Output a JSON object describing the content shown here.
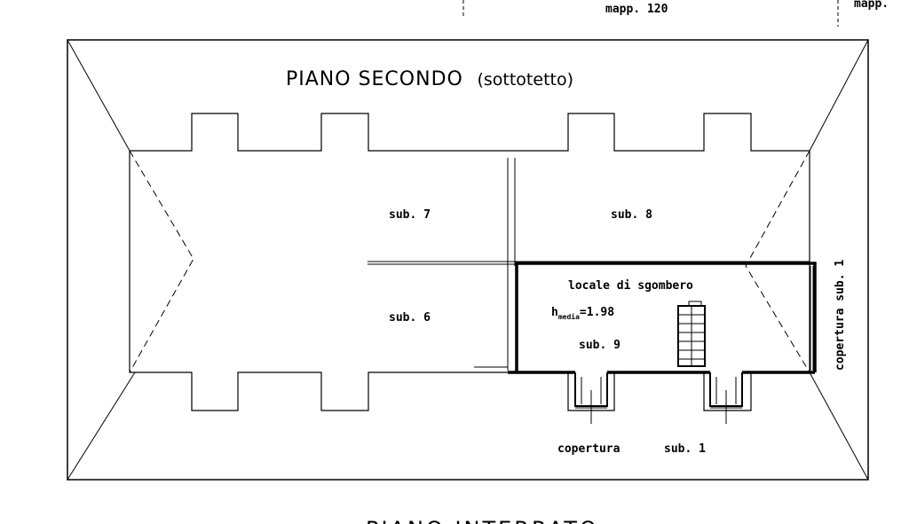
{
  "header": {
    "mapp_center": "mapp. 120",
    "mapp_right": "mapp."
  },
  "plan": {
    "title_main": "PIANO  SECONDO",
    "title_paren": "(sottotetto)",
    "sub7": "sub. 7",
    "sub8": "sub. 8",
    "sub6": "sub. 6",
    "sub9": "sub. 9",
    "locale": "locale  di  sgombero",
    "h_prefix": "h",
    "h_sub": "media",
    "h_value": "=1.98",
    "copertura_bottom": "copertura",
    "copertura_bottom_sub": "sub. 1",
    "copertura_right": "copertura  sub. 1"
  },
  "next_section": {
    "title": "PIANO  INTERRATO"
  }
}
